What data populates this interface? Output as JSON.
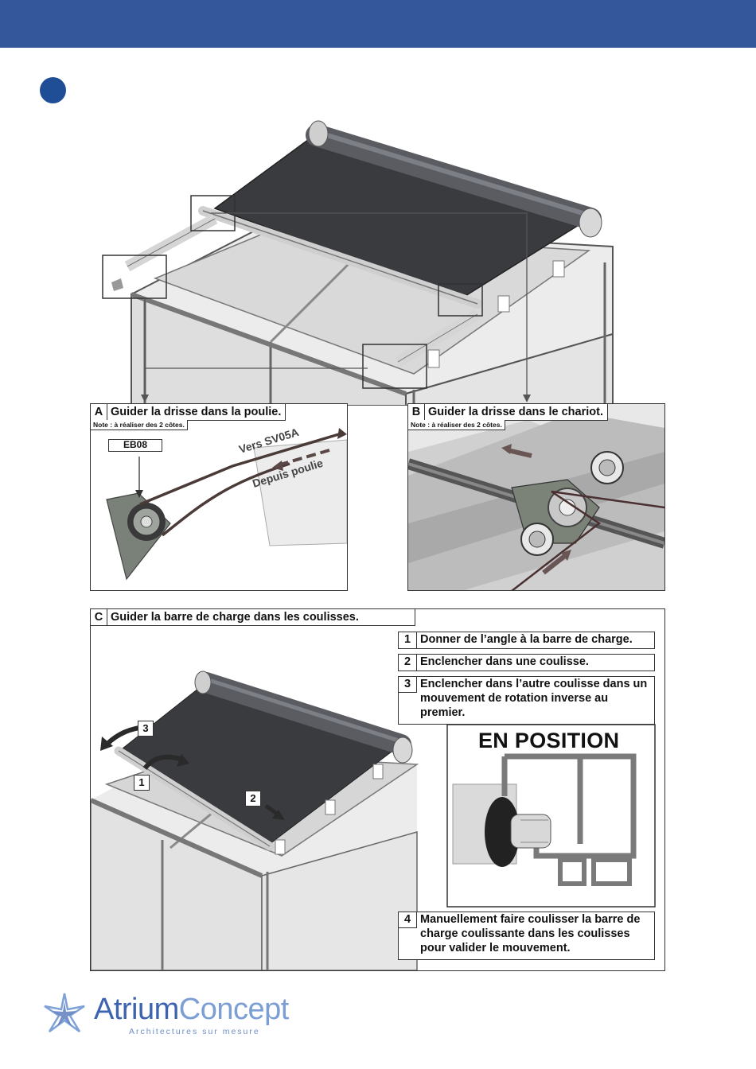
{
  "panel_a": {
    "letter": "A",
    "title": "Guider la drisse dans la poulie.",
    "note": "Note : à réaliser des 2 côtes.",
    "label_eb08": "EB08",
    "label_to": "Vers SV05A",
    "label_from": "Depuis poulie"
  },
  "panel_b": {
    "letter": "B",
    "title": "Guider la drisse dans le chariot.",
    "note": "Note : à réaliser des 2 côtes."
  },
  "panel_c": {
    "letter": "C",
    "title": "Guider la barre de charge dans les coulisses.",
    "steps": [
      {
        "num": "1",
        "text": "Donner de l’angle à la barre de charge."
      },
      {
        "num": "2",
        "text": "Enclencher dans une coulisse."
      },
      {
        "num": "3",
        "text": "Enclencher dans l’autre coulisse dans un mouvement de rotation inverse au premier."
      },
      {
        "num": "4",
        "text": "Manuellement faire coulisser la barre de charge coulissante dans les coulisses pour valider le mouvement."
      }
    ],
    "markers": [
      "1",
      "2",
      "3"
    ],
    "en_position": "EN POSITION"
  },
  "logo": {
    "name_part1": "Atrium",
    "name_part2": "Concept",
    "tagline": "Architectures sur mesure"
  },
  "colors": {
    "header": "#34569a",
    "step_dot": "#1f4e96",
    "fabric": "#3a3b3f",
    "logo_blue": "#3c63b0"
  }
}
